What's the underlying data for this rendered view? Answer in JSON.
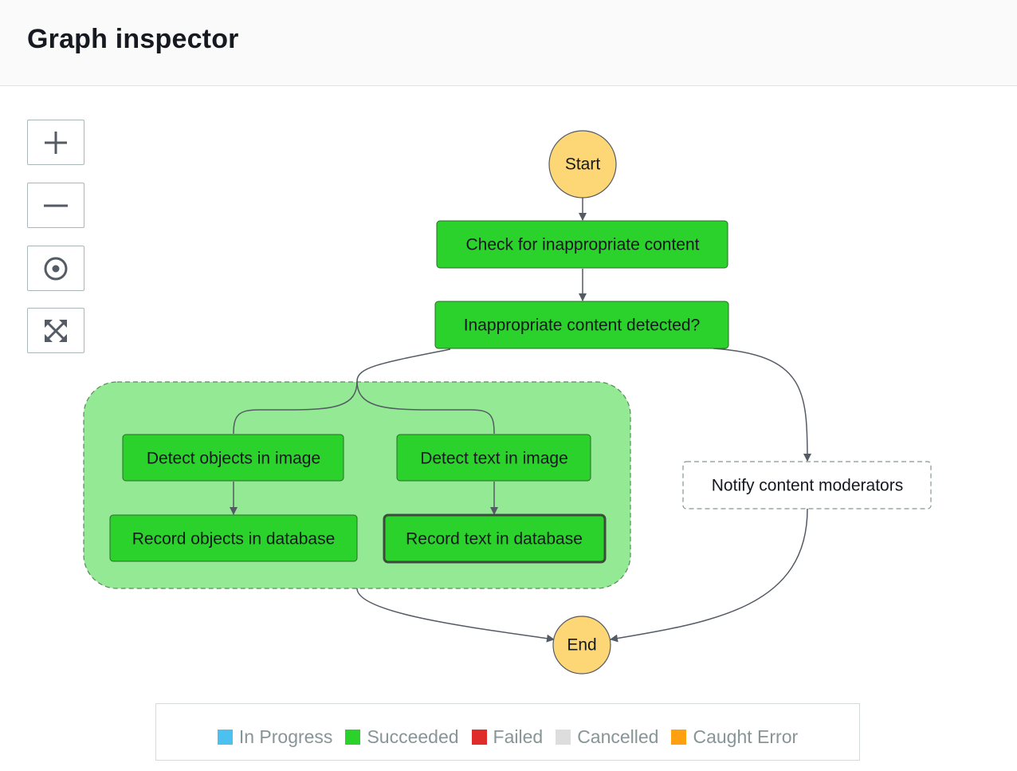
{
  "header": {
    "title": "Graph inspector"
  },
  "controls": [
    {
      "name": "zoom-in-button",
      "icon": "plus-icon"
    },
    {
      "name": "zoom-out-button",
      "icon": "minus-icon"
    },
    {
      "name": "center-button",
      "icon": "target-icon"
    },
    {
      "name": "fit-button",
      "icon": "expand-arrows-icon"
    }
  ],
  "colors": {
    "succeeded": "#2bd22b",
    "parallel_group": "#94e994",
    "terminal": "#fdd675",
    "edge": "#545b64"
  },
  "graph": {
    "start": "Start",
    "check": "Check for inappropriate content",
    "choice": "Inappropriate content detected?",
    "detect_objects": "Detect objects in image",
    "detect_text": "Detect text in image",
    "record_objects": "Record objects in database",
    "record_text": "Record text in database",
    "notify": "Notify content moderators",
    "end": "End"
  },
  "legend": [
    {
      "label": "In Progress",
      "color": "#4cc0ee"
    },
    {
      "label": "Succeeded",
      "color": "#2bd22b"
    },
    {
      "label": "Failed",
      "color": "#e02b2b"
    },
    {
      "label": "Cancelled",
      "color": "#dddddd"
    },
    {
      "label": "Caught Error",
      "color": "#ffa010"
    }
  ]
}
